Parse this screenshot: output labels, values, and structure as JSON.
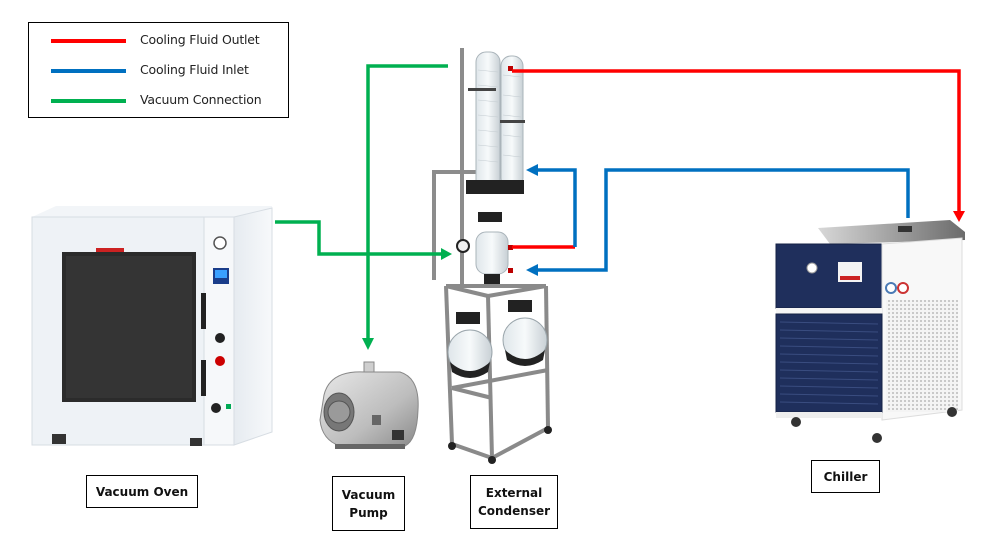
{
  "legend": {
    "items": [
      {
        "label": "Cooling Fluid Outlet",
        "color": "#ff0000"
      },
      {
        "label": "Cooling Fluid Inlet",
        "color": "#0070c0"
      },
      {
        "label": "Vacuum Connection",
        "color": "#00b050"
      }
    ]
  },
  "equipment": {
    "vacuum_oven": "Vacuum Oven",
    "vacuum_pump_line1": "Vacuum",
    "vacuum_pump_line2": "Pump",
    "external_condenser_line1": "External",
    "external_condenser_line2": "Condenser",
    "chiller": "Chiller"
  },
  "colors": {
    "outlet": "#ff0000",
    "inlet": "#0070c0",
    "vacuum": "#00b050",
    "chiller_panel": "#1f2f5c",
    "oven_body": "#eef2f6"
  }
}
